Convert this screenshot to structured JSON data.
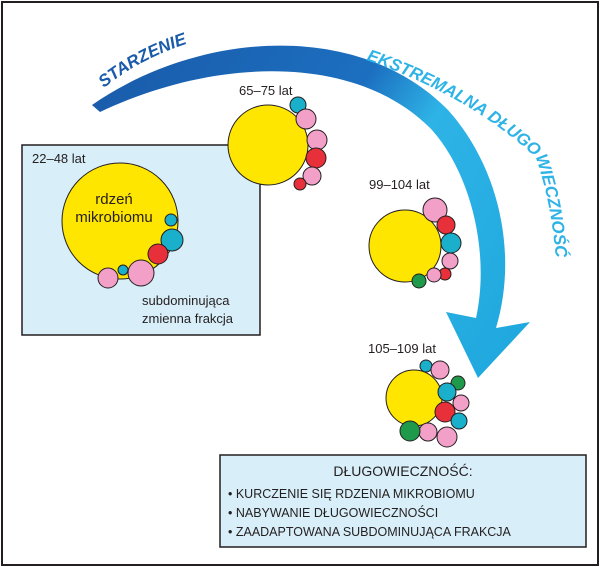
{
  "arc_labels": {
    "aging": "STARZENIE",
    "extreme_longevity": "EKSTREMALNA DŁUGOWIECZNOŚĆ"
  },
  "groups": [
    {
      "age": "22–48 lat"
    },
    {
      "age": "65–75 lat"
    },
    {
      "age": "99–104 lat"
    },
    {
      "age": "105–109 lat"
    }
  ],
  "young_box": {
    "core_line1": "rdzeń",
    "core_line2": "mikrobiomu",
    "sub_line1": "subdominująca",
    "sub_line2": "zmienna frakcja"
  },
  "summary": {
    "title": "DŁUGOWIECZNOŚĆ:",
    "items": [
      "• KURCZENIE SIĘ RDZENIA MIKROBIOMU",
      "• NABYWANIE DŁUGOWIECZNOŚCI",
      "• ZAADAPTOWANA SUBDOMINUJĄCA FRAKCJA"
    ]
  },
  "colors": {
    "core": "#FFE600",
    "pink": "#F2A0C8",
    "red": "#E8303A",
    "teal": "#1AAFCB",
    "green": "#1E9A4A",
    "dark_blue": "#1A5BAA",
    "light_blue": "#2EB3E6",
    "box_fill": "#D8EEF8"
  }
}
